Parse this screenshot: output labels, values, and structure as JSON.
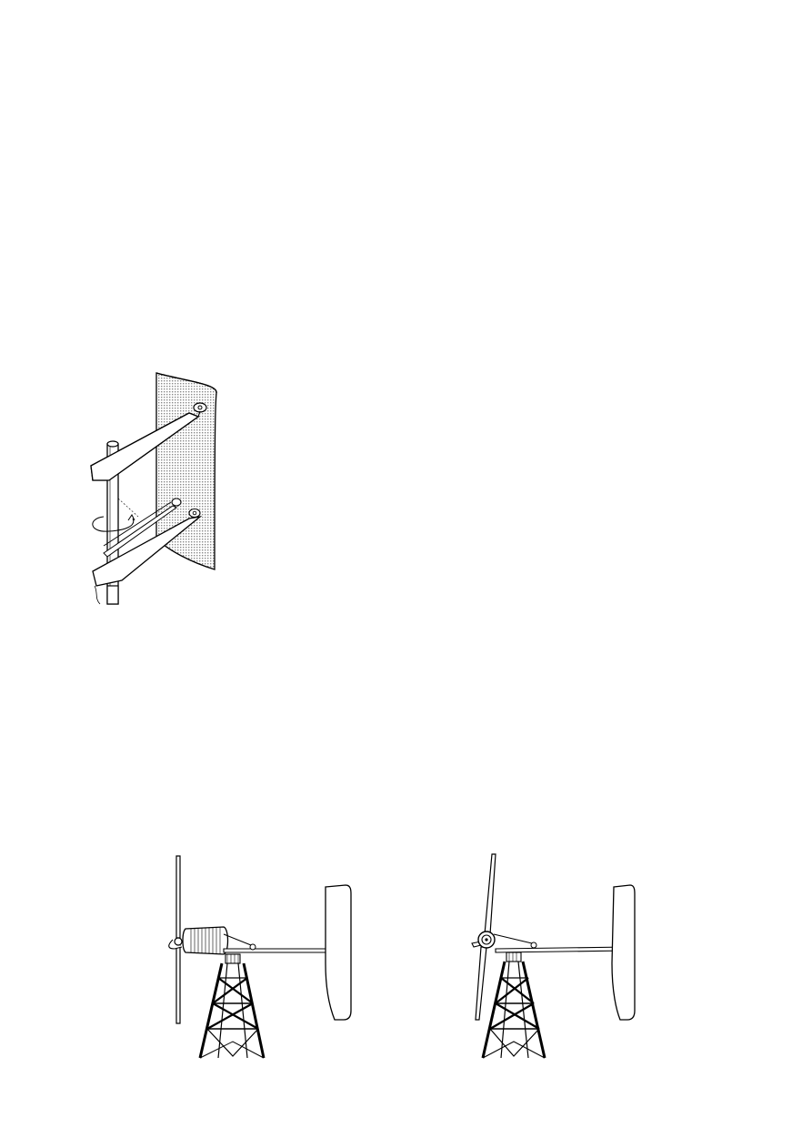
{
  "figures": [
    {
      "name": "darrieus-blade-attachment",
      "icon": "blade-strut-mount-drawing"
    },
    {
      "name": "wind-turbine-side-view",
      "icon": "horizontal-axis-turbine-side-drawing"
    },
    {
      "name": "wind-turbine-front-view",
      "icon": "horizontal-axis-turbine-rotated-drawing"
    }
  ],
  "colors": {
    "ink": "#000000",
    "paper": "#ffffff",
    "blade_shade": "#d4d4d4"
  }
}
